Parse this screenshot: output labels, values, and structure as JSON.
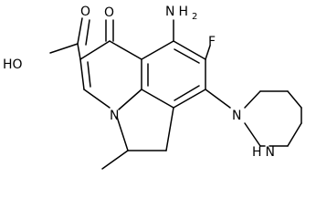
{
  "labels": {
    "hydroxyl": "HO",
    "carbonyl_oxygen_acid": "O",
    "ketone_oxygen": "O",
    "amino_N": "N",
    "amino_H": "H",
    "amino_sub": "2",
    "fluoro": "F",
    "ring_nitrogen": "N",
    "piperazine_n1": "N",
    "piperazine_nh": "N",
    "piperazine_h": "H"
  }
}
